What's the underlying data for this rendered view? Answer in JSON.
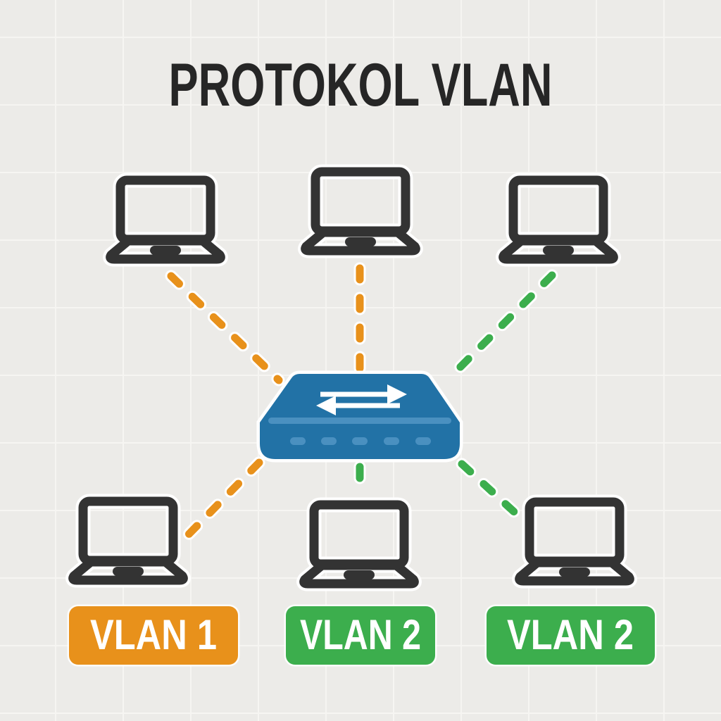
{
  "title": "PROTOKOL VLAN",
  "colors": {
    "background": "#ECEBE8",
    "grid_line": "#F6F5F2",
    "ink": "#333333",
    "title_ink": "#262626",
    "vlan1_orange": "#E8911B",
    "vlan2_green": "#3CAE4D",
    "switch_blue": "#2272A6",
    "switch_blue_light": "#4A90C0",
    "label_text": "#FFFFFF",
    "halo": "#FFFFFF"
  },
  "diagram": {
    "nodes": {
      "switch": {
        "type": "network-switch",
        "icon": "bidirectional-arrow-icon",
        "port_count": 5
      },
      "laptops": [
        {
          "id": "laptop-top-left",
          "vlan": "VLAN 1"
        },
        {
          "id": "laptop-top-center",
          "vlan": "VLAN 1"
        },
        {
          "id": "laptop-top-right",
          "vlan": "VLAN 2"
        },
        {
          "id": "laptop-bottom-left",
          "vlan": "VLAN 1"
        },
        {
          "id": "laptop-bottom-center",
          "vlan": "VLAN 2"
        },
        {
          "id": "laptop-bottom-right",
          "vlan": "VLAN 2"
        }
      ]
    },
    "connections": [
      {
        "from": "laptop-top-left",
        "to": "switch",
        "vlan": "VLAN 1",
        "style": "dashed",
        "color": "#E8911B"
      },
      {
        "from": "laptop-top-center",
        "to": "switch",
        "vlan": "VLAN 1",
        "style": "dashed",
        "color": "#E8911B"
      },
      {
        "from": "laptop-top-right",
        "to": "switch",
        "vlan": "VLAN 2",
        "style": "dashed",
        "color": "#3CAE4D"
      },
      {
        "from": "laptop-bottom-left",
        "to": "switch",
        "vlan": "VLAN 1",
        "style": "dashed",
        "color": "#E8911B"
      },
      {
        "from": "laptop-bottom-center",
        "to": "switch",
        "vlan": "VLAN 2",
        "style": "dashed",
        "color": "#3CAE4D"
      },
      {
        "from": "laptop-bottom-right",
        "to": "switch",
        "vlan": "VLAN 2",
        "style": "dashed",
        "color": "#3CAE4D"
      }
    ],
    "labels": [
      {
        "text": "VLAN 1",
        "color": "#E8911B"
      },
      {
        "text": "VLAN 2",
        "color": "#3CAE4D"
      },
      {
        "text": "VLAN 2",
        "color": "#3CAE4D"
      }
    ]
  }
}
